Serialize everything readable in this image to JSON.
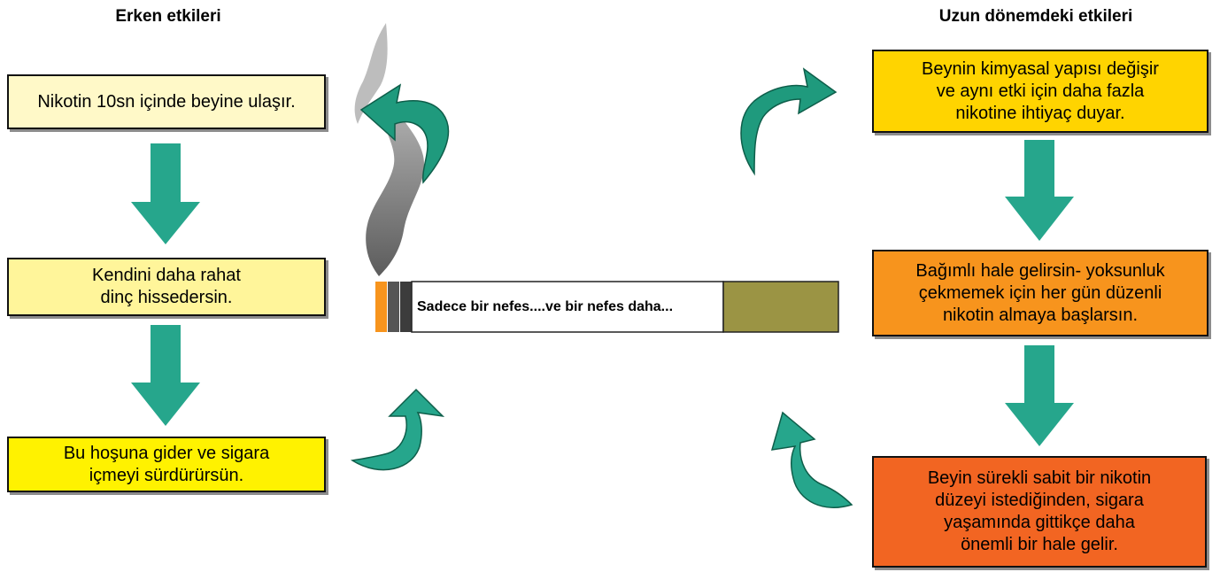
{
  "headings": {
    "early": "Erken etkileri",
    "long_term": "Uzun dönemdeki etkileri"
  },
  "early_boxes": [
    {
      "text": "Nikotin 10sn içinde beyine ulaşır."
    },
    {
      "text": "Kendini daha rahat\ndinç hissedersin."
    },
    {
      "text": "Bu hoşuna gider ve sigara\niçmeyi sürdürürsün."
    }
  ],
  "long_boxes": [
    {
      "text": "Beynin kimyasal yapısı değişir\nve aynı etki için daha fazla\nnikotine ihtiyaç duyar."
    },
    {
      "text": "Bağımlı hale gelirsin- yoksunluk\nçekmemek için her gün düzenli\nnikotin almaya başlarsın."
    },
    {
      "text": "Beyin sürekli sabit bir nikotin\ndüzeyi istediğinden, sigara\nyaşamında gittikçe daha\nönemli bir hale gelir."
    }
  ],
  "cigarette": {
    "text": "Sadece bir nefes....ve bir nefes daha..."
  },
  "colors": {
    "arrow": "#26a68c",
    "box_pale": "#fff9c8",
    "box_light": "#fff59a",
    "box_yellow": "#fff200",
    "box_gold": "#ffd400",
    "box_orange": "#f7941d",
    "box_red": "#f26522",
    "filter": "#9b9444",
    "ember": "#f7941d"
  }
}
